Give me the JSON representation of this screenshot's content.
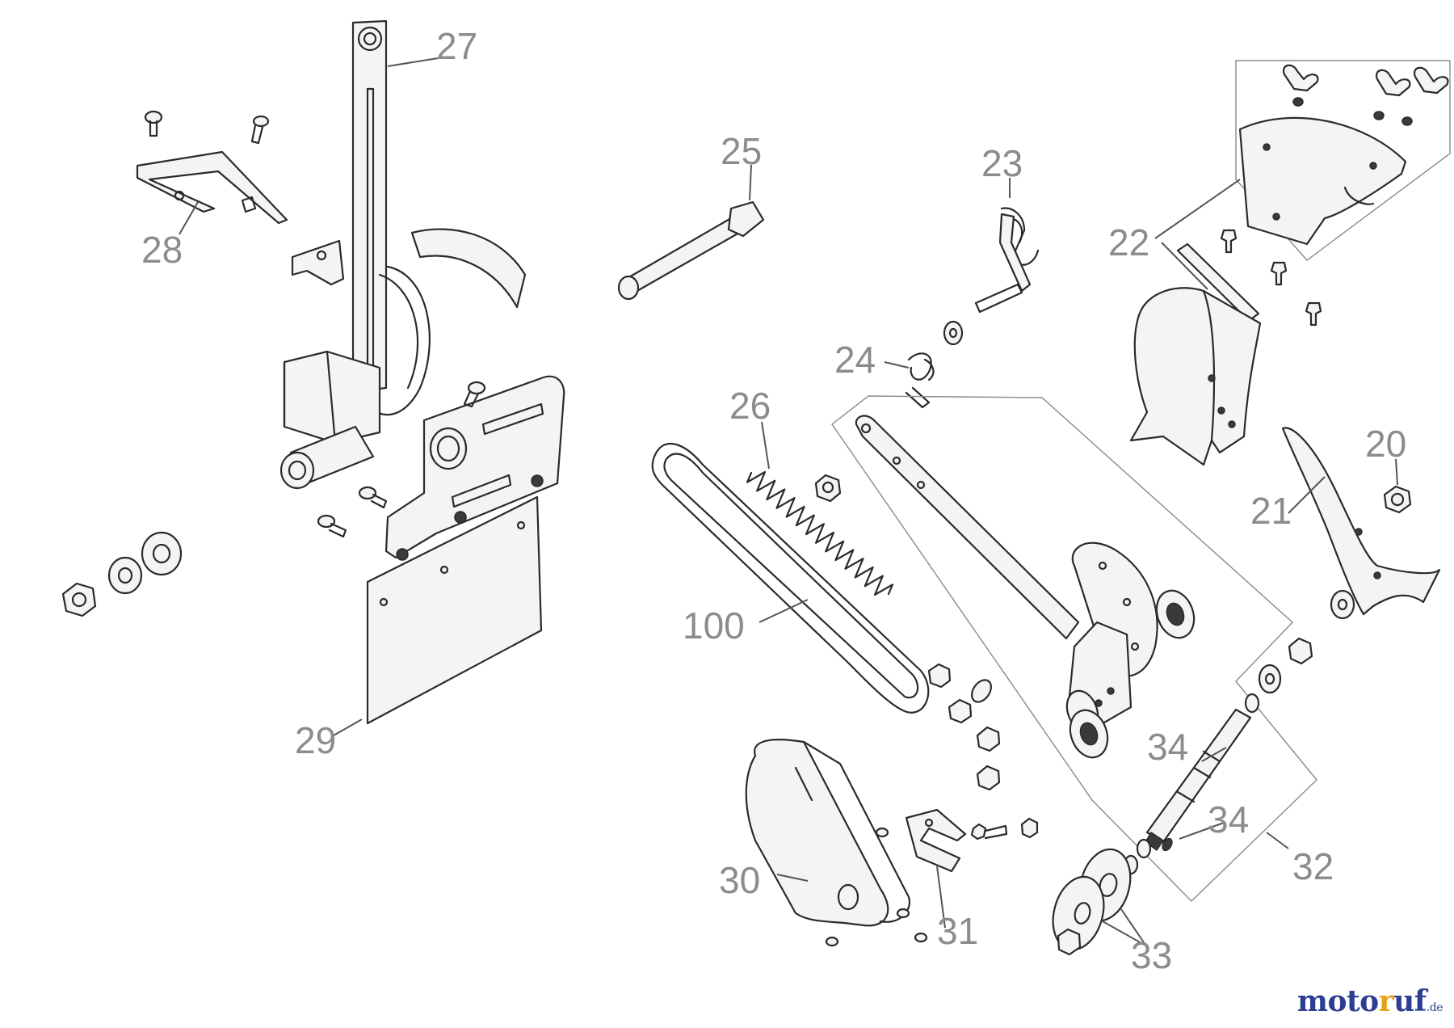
{
  "callouts": {
    "c20": "20",
    "c21": "21",
    "c22": "22",
    "c23": "23",
    "c24": "24",
    "c25": "25",
    "c26": "26",
    "c27": "27",
    "c28": "28",
    "c29": "29",
    "c30": "30",
    "c31": "31",
    "c32": "32",
    "c33": "33",
    "c34a": "34",
    "c34b": "34",
    "c100": "100"
  },
  "watermark": {
    "part_a": "moto",
    "part_b": "r",
    "part_c": "uf",
    "tld": ".de"
  },
  "colors": {
    "callout": "#8c8c8c",
    "line": "#2a2a2a",
    "watermark_blue": "#2c3e92",
    "watermark_orange": "#e5a21a"
  }
}
